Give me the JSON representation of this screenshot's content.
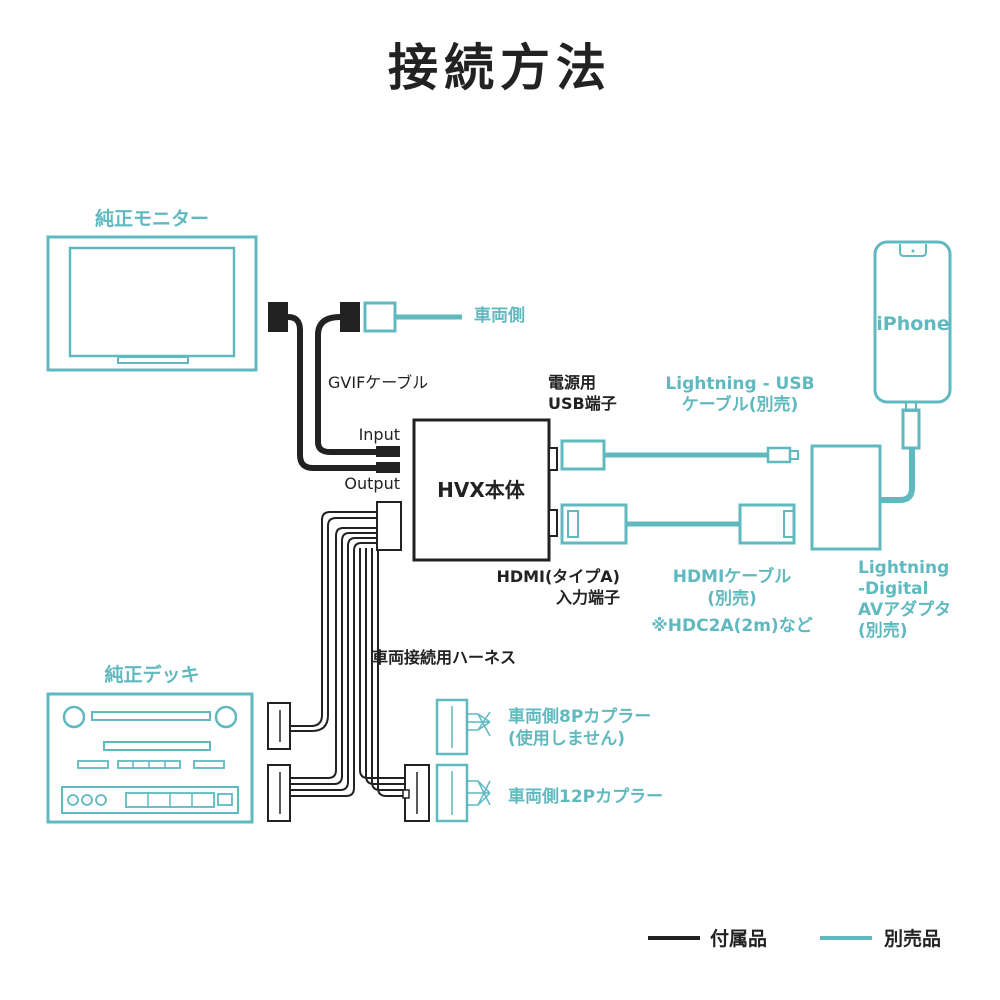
{
  "title": "接続方法",
  "colors": {
    "included": "#222222",
    "sold_separately": "#5fb9bf"
  },
  "labels": {
    "monitor": "純正モニター",
    "vehicle_side": "車両側",
    "gvif_cable": "GVIFケーブル",
    "input": "Input",
    "output": "Output",
    "hvx_body": "HVX本体",
    "power_usb_line1": "電源用",
    "power_usb_line2": "USB端子",
    "hdmi_port_line1": "HDMI(タイプA)",
    "hdmi_port_line2": "入力端子",
    "lightning_usb_line1": "Lightning - USB",
    "lightning_usb_line2": "ケーブル(別売)",
    "hdmi_cable_line1": "HDMIケーブル",
    "hdmi_cable_line2": "(別売)",
    "hdmi_cable_line3": "※HDC2A(2m)など",
    "adapter_line1": "Lightning",
    "adapter_line2": "-Digital",
    "adapter_line3": "AVアダプタ",
    "adapter_line4": "(別売)",
    "iphone": "iPhone",
    "deck": "純正デッキ",
    "harness": "車両接続用ハーネス",
    "coupler8_line1": "車両側8Pカプラー",
    "coupler8_line2": "(使用しません)",
    "coupler12": "車両側12Pカプラー"
  },
  "legend": [
    {
      "label": "付属品",
      "icon": "black-line"
    },
    {
      "label": "別売品",
      "icon": "teal-line"
    }
  ]
}
